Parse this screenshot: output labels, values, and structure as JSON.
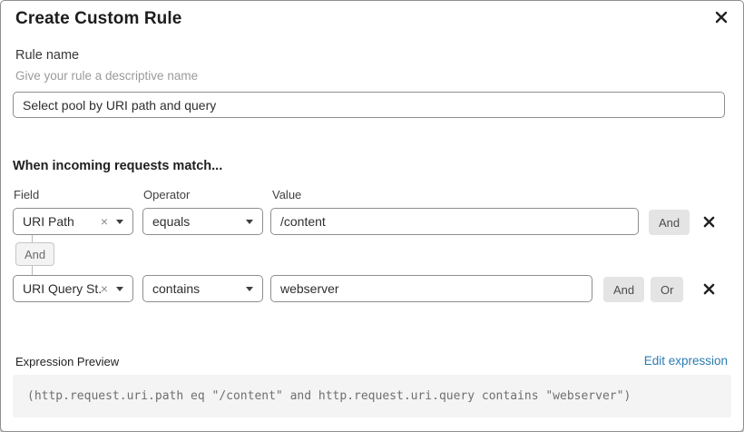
{
  "dialog": {
    "title": "Create Custom Rule"
  },
  "rule_name": {
    "label": "Rule name",
    "helper": "Give your rule a descriptive name",
    "value": "Select pool by URI path and query"
  },
  "matcher": {
    "heading": "When incoming requests match...",
    "columns": {
      "field": "Field",
      "operator": "Operator",
      "value": "Value"
    },
    "connector": "And",
    "rows": [
      {
        "field": "URI Path",
        "operator": "equals",
        "value": "/content",
        "and_label": "And"
      },
      {
        "field": "URI Query St...",
        "operator": "contains",
        "value": "webserver",
        "and_label": "And",
        "or_label": "Or"
      }
    ]
  },
  "expression": {
    "label": "Expression Preview",
    "edit_link": "Edit expression",
    "code": "(http.request.uri.path eq \"/content\" and http.request.uri.query contains \"webserver\")"
  },
  "icons": {
    "clear": "×"
  },
  "colors": {
    "link_blue": "#2c7cb0",
    "button_gray": "#e4e4e4",
    "code_background": "#f4f4f4",
    "border_gray": "#8e8e8e"
  }
}
